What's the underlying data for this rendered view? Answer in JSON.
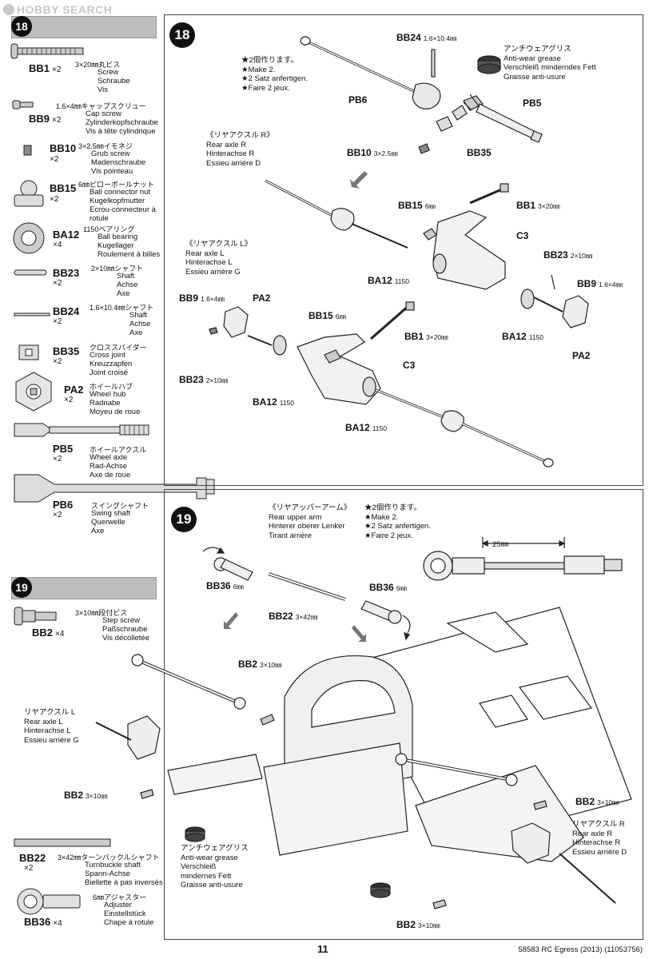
{
  "watermark": "HOBBY SEARCH",
  "left_column": {
    "step18": "18",
    "step19": "19",
    "parts18": [
      {
        "name": "BB1",
        "qty": "×2",
        "jp": "3×20㎜丸ビス",
        "desc": [
          "Screw",
          "Schraube",
          "Vis"
        ]
      },
      {
        "name": "BB9",
        "qty": "×2",
        "jp": "1.6×4㎜キャップスクリュー",
        "desc": [
          "Cap screw",
          "Zylinderkopfschraube",
          "Vis à tête cylindrique"
        ]
      },
      {
        "name": "BB10",
        "qty": "×2",
        "jp": "3×2.5㎜イモネジ",
        "desc": [
          "Grub screw",
          "Madenschraube",
          "Vis pointeau"
        ]
      },
      {
        "name": "BB15",
        "qty": "×2",
        "jp": "6㎜ピローボールナット",
        "desc": [
          "Ball connector nut",
          "Kugelkopfmutter",
          "Ecrou-connecteur à",
          "rotule"
        ]
      },
      {
        "name": "BA12",
        "qty": "×4",
        "jp": "1150ベアリング",
        "desc": [
          "Ball bearing",
          "Kugellager",
          "Roulement à billes"
        ]
      },
      {
        "name": "BB23",
        "qty": "×2",
        "jp": "2×10㎜シャフト",
        "desc": [
          "Shaft",
          "Achse",
          "Axe"
        ]
      },
      {
        "name": "BB24",
        "qty": "×2",
        "jp": "1.6×10.4㎜シャフト",
        "desc": [
          "Shaft",
          "Achse",
          "Axe"
        ]
      },
      {
        "name": "BB35",
        "qty": "×2",
        "jp": "クロススパイダー",
        "desc": [
          "Cross joint",
          "Kreuzzapfen",
          "Joint croisé"
        ]
      },
      {
        "name": "PA2",
        "qty": "×2",
        "jp": "ホイールハブ",
        "desc": [
          "Wheel hub",
          "Radnabe",
          "Moyeu de roue"
        ]
      },
      {
        "name": "PB5",
        "qty": "×2",
        "jp": "ホイールアクスル",
        "desc": [
          "Wheel axle",
          "Rad-Achse",
          "Axe de roue"
        ]
      },
      {
        "name": "PB6",
        "qty": "×2",
        "jp": "スイングシャフト",
        "desc": [
          "Swing shaft",
          "Querwelle",
          "Axe"
        ]
      }
    ],
    "parts19": [
      {
        "name": "BB2",
        "qty": "×4",
        "jp": "3×10㎜段付ビス",
        "desc": [
          "Step screw",
          "Paßschraube",
          "Vis décolletée"
        ]
      },
      {
        "name": "BB22",
        "qty": "×2",
        "jp": "3×42㎜ターンバックルシャフト",
        "desc": [
          "Turnbuckle shaft",
          "Spann-Achse",
          "Biellette à pas inversés"
        ]
      },
      {
        "name": "BB36",
        "qty": "×4",
        "jp": "6㎜アジャスター",
        "desc": [
          "Adjuster",
          "Einstellstück",
          "Chape à rotule"
        ]
      }
    ]
  },
  "step18": {
    "num": "18",
    "make2": [
      "★2個作ります。",
      "★Make 2.",
      "★2 Satz anfertigen.",
      "★Faire 2 jeux."
    ],
    "rear_axle_r": [
      "《リヤアクスル R》",
      "Rear axle R",
      "Hinterachse R",
      "Essieu arrière D"
    ],
    "rear_axle_l": [
      "《リヤアクスル L》",
      "Rear axle L",
      "Hinterachse L",
      "Essieu arrière G"
    ],
    "grease": [
      "アンチウェアグリス",
      "Anti-wear grease",
      "Verschleiß minderndes Fett",
      "Graisse anti-usure"
    ],
    "labels": {
      "bb24": "BB24",
      "bb24_sz": "1.6×10.4㎜",
      "pb6": "PB6",
      "pb5": "PB5",
      "bb10": "BB10",
      "bb10_sz": "3×2.5㎜",
      "bb35": "BB35",
      "bb15": "BB15",
      "bb15_sz": "6㎜",
      "bb1": "BB1",
      "bb1_sz": "3×20㎜",
      "c3": "C3",
      "bb23": "BB23",
      "bb23_sz": "2×10㎜",
      "ba12": "BA12",
      "ba12_sz": "1150",
      "bb9": "BB9",
      "bb9_sz": "1.6×4㎜",
      "pa2": "PA2"
    }
  },
  "step19": {
    "num": "19",
    "upper_arm": [
      "《リヤアッパーアーム》",
      "Rear upper arm",
      "Hinterer oberer Lenker",
      "Tirant arrière"
    ],
    "make2": [
      "★2個作ります。",
      "★Make 2.",
      "★2 Satz anfertigen.",
      "★Faire 2 jeux."
    ],
    "dim": "25㎜",
    "labels": {
      "bb36": "BB36",
      "bb36_sz": "6㎜",
      "bb22": "BB22",
      "bb22_sz": "3×42㎜",
      "bb2": "BB2",
      "bb2_sz": "3×10㎜"
    },
    "axle_l": [
      "リヤアクスル L",
      "Rear axle L",
      "Hinterachse L",
      "Essieu arrière G"
    ],
    "axle_r": [
      "リヤアクスル R",
      "Rear axle R",
      "Hinterachse R",
      "Essieu arrière D"
    ],
    "grease": [
      "アンチウェアグリス",
      "Anti-wear grease",
      "Verschleiß",
      "mindernes Fett",
      "Graisse anti-usure"
    ]
  },
  "footer": {
    "page": "11",
    "code": "58583 RC Egress (2013) (11053756)"
  }
}
